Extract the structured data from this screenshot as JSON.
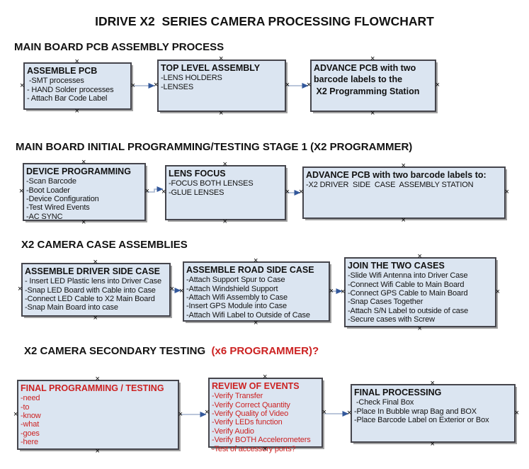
{
  "title": "IDRIVE X2  SERIES CAMERA PROCESSING FLOWCHART",
  "colors": {
    "box_fill": "#dbe5f1",
    "box_border": "#45454c",
    "box_shadow": "#a2a2a2",
    "arrow_line": "#a3b3cd",
    "arrow_head": "#33589b",
    "red_text": "#cc2222",
    "text": "#121212"
  },
  "icons": {
    "anchor_glyph": "×"
  },
  "sections": [
    {
      "heading": "MAIN BOARD PCB ASSEMBLY PROCESS",
      "heading_red": "",
      "boxes": [
        {
          "header": "ASSEMBLE PCB",
          "items": [
            " -SMT processes",
            "- HAND Solder processes",
            "- Attach Bar Code Label"
          ]
        },
        {
          "header": "TOP LEVEL ASSEMBLY",
          "items": [
            "-LENS HOLDERS",
            "-LENSES"
          ]
        },
        {
          "header": "ADVANCE PCB with two\nbarcode labels to the\n X2 Programming Station",
          "items": []
        }
      ]
    },
    {
      "heading": "MAIN BOARD INITIAL PROGRAMMING/TESTING STAGE 1 (X2 PROGRAMMER)",
      "heading_red": "",
      "boxes": [
        {
          "header": "DEVICE PROGRAMMING",
          "items": [
            "-Scan Barcode",
            "-Boot Loader",
            "-Device Configuration",
            "-Test Wired Events",
            "-AC SYNC"
          ]
        },
        {
          "header": "LENS FOCUS",
          "items": [
            "-FOCUS BOTH LENSES",
            "-GLUE LENSES"
          ]
        },
        {
          "header": "ADVANCE PCB with two barcode labels to:",
          "items": [
            "-X2 DRIVER  SIDE  CASE  ASSEMBLY STATION"
          ]
        }
      ]
    },
    {
      "heading": "X2 CAMERA CASE ASSEMBLIES",
      "heading_red": "",
      "boxes": [
        {
          "header": "ASSEMBLE DRIVER SIDE CASE",
          "items": [
            "- Insert LED Plastic lens into Driver Case",
            "-Snap LED Board with Cable into Case",
            "-Connect LED Cable to X2 Main Board",
            "-Snap Main Board into case"
          ]
        },
        {
          "header": "ASSEMBLE ROAD SIDE CASE",
          "items": [
            "-Attach Support Spur to Case",
            "-Attach Windshield Support",
            "-Attach Wifi Assembly to Case",
            "-Insert GPS Module into Case",
            "-Attach Wifi Label to Outside of Case"
          ]
        },
        {
          "header": "JOIN THE TWO CASES",
          "items": [
            "-Slide Wifi Antenna into Driver Case",
            "-Connect Wifi Cable to Main Board",
            "-Connect GPS Cable to Main Board",
            "-Snap Cases Together",
            "-Attach S/N Label to outside of case",
            "-Secure cases with Screw"
          ]
        }
      ]
    },
    {
      "heading": "X2 CAMERA SECONDARY TESTING ",
      "heading_red": " (x6 PROGRAMMER)?",
      "boxes": [
        {
          "header": "FINAL PROGRAMMING / TESTING",
          "items": [
            "-need",
            "-to",
            "-know",
            "-what",
            "-goes",
            "-here"
          ]
        },
        {
          "header": "REVIEW OF EVENTS",
          "items": [
            "-Verify Transfer",
            "-Verify Correct Quantity",
            "-Verify Quality of Video",
            "-Verify LEDs function",
            "-Verify Audio",
            "-Verify BOTH Accelerometers",
            "-Test of accessory ports?"
          ]
        },
        {
          "header": "FINAL PROCESSING",
          "items": [
            " -Check Final Box",
            "-Place In Bubble wrap Bag and BOX",
            "-Place Barcode Label on Exterior or Box"
          ]
        }
      ]
    }
  ]
}
